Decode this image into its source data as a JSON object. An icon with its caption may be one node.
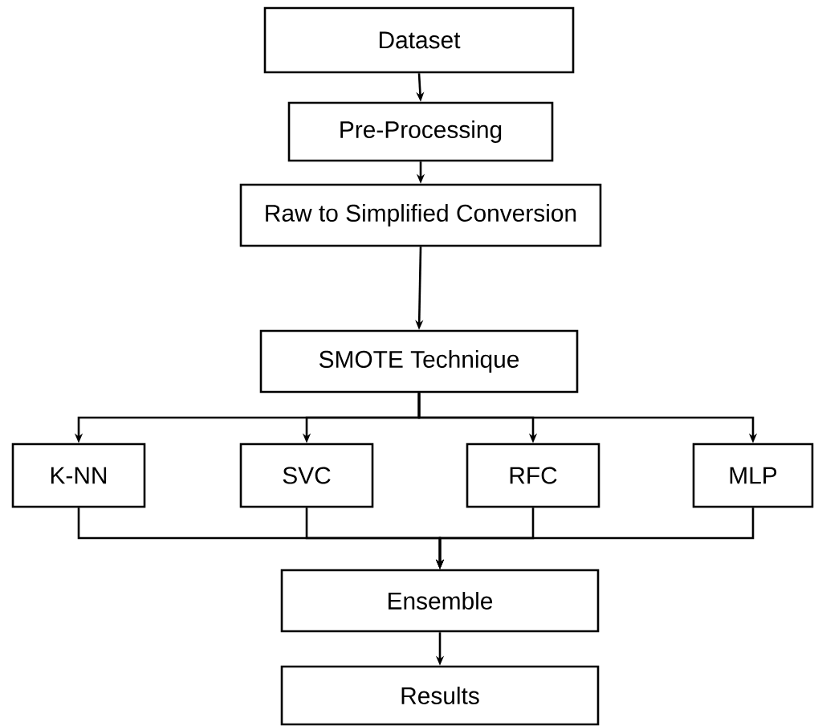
{
  "diagram": {
    "nodes": [
      {
        "text": [
          "Dataset"
        ]
      },
      {
        "text": [
          "Pre-Processing"
        ]
      },
      {
        "text": [
          "Raw to Simplified Conversion"
        ]
      },
      {
        "text": [
          "SMOTE Technique"
        ]
      },
      {
        "text": [
          "K-NN"
        ]
      },
      {
        "text": [
          "SVC"
        ]
      },
      {
        "text": [
          "RFC"
        ]
      },
      {
        "text": [
          "MLP"
        ]
      },
      {
        "text": [
          "Ensemble"
        ]
      },
      {
        "text": [
          "Results"
        ]
      }
    ],
    "edges": [
      {
        "from": 0,
        "to": 1,
        "arrow": "to"
      },
      {
        "from": 1,
        "to": 2,
        "arrow": "to"
      },
      {
        "from": 2,
        "to": 3,
        "arrow": "to"
      },
      {
        "from": 3,
        "to": 4,
        "arrow": "to"
      },
      {
        "from": 3,
        "to": 5,
        "arrow": "to"
      },
      {
        "from": 3,
        "to": 6,
        "arrow": "to"
      },
      {
        "from": 3,
        "to": 7,
        "arrow": "to"
      },
      {
        "from": 4,
        "to": 8,
        "arrow": "to"
      },
      {
        "from": 5,
        "to": 8,
        "arrow": "to"
      },
      {
        "from": 6,
        "to": 8,
        "arrow": "to"
      },
      {
        "from": 7,
        "to": 8,
        "arrow": "to"
      },
      {
        "from": 8,
        "to": 9,
        "arrow": "to"
      }
    ]
  }
}
